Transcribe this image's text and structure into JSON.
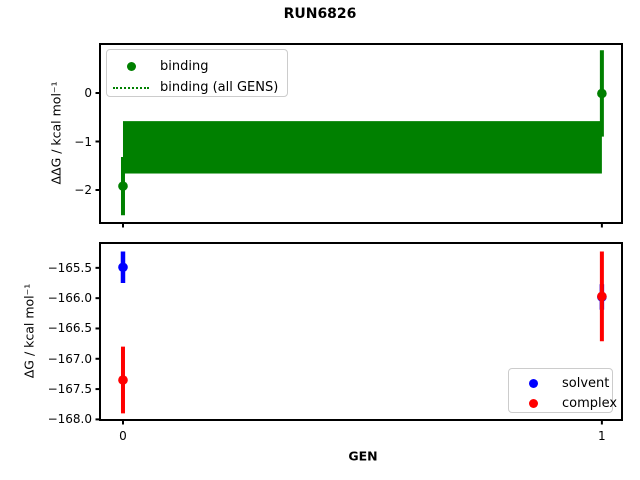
{
  "title": "RUN6826",
  "colors": {
    "binding_green": "#008000",
    "solvent_blue": "#0000ff",
    "complex_red": "#ff0000",
    "frame": "#000000",
    "legend_border": "#cccccc"
  },
  "chart_data": [
    {
      "type": "errorbar",
      "ylabel": "ΔΔG / kcal mol⁻¹",
      "xlabel": "",
      "x": [
        0,
        1
      ],
      "series": [
        {
          "name": "binding",
          "kind": "errorbar-scatter",
          "color": "#008000",
          "marker": "circle",
          "y": [
            -1.92,
            -0.01
          ],
          "yerr": [
            0.6,
            0.89
          ],
          "line_width": 4
        },
        {
          "name": "binding (all GENS)",
          "kind": "band",
          "color": "#008000",
          "x_range": [
            0,
            1
          ],
          "y_low": -1.66,
          "y_high": -0.58,
          "y_center": -1.12,
          "line_style": "dotted"
        }
      ],
      "ytick_labels": [
        "0",
        "−1",
        "−2"
      ],
      "ytick_values": [
        0,
        -1,
        -2
      ],
      "xtick_labels": [],
      "xtick_values": [
        0,
        1
      ],
      "ylim": [
        -2.68,
        1.01
      ],
      "xlim": [
        -0.048,
        1.042
      ],
      "grid": false,
      "legend": {
        "position": "upper left",
        "entries": [
          {
            "label": "binding",
            "marker": "dot",
            "color": "#008000"
          },
          {
            "label": "binding (all GENS)",
            "marker": "dotted-line",
            "color": "#008000"
          }
        ]
      }
    },
    {
      "type": "errorbar",
      "ylabel": "ΔG / kcal mol⁻¹",
      "xlabel": "GEN",
      "x": [
        0,
        1
      ],
      "series": [
        {
          "name": "solvent",
          "kind": "errorbar-scatter",
          "color": "#0000ff",
          "marker": "circle",
          "y": [
            -165.49,
            -165.98
          ],
          "yerr": [
            0.26,
            0.21
          ],
          "line_width": 4.5
        },
        {
          "name": "complex",
          "kind": "errorbar-scatter",
          "color": "#ff0000",
          "marker": "circle",
          "y": [
            -167.35,
            -165.97
          ],
          "yerr": [
            0.55,
            0.74
          ],
          "line_width": 4
        }
      ],
      "ytick_labels": [
        "−165.5",
        "−166.0",
        "−166.5",
        "−167.0",
        "−167.5",
        "−168.0"
      ],
      "ytick_values": [
        -165.5,
        -166.0,
        -166.5,
        -167.0,
        -167.5,
        -168.0
      ],
      "xtick_labels": [
        "0",
        "1"
      ],
      "xtick_values": [
        0,
        1
      ],
      "ylim": [
        -168.01,
        -165.09
      ],
      "xlim": [
        -0.048,
        1.042
      ],
      "grid": false,
      "legend": {
        "position": "lower right",
        "entries": [
          {
            "label": "solvent",
            "marker": "dot",
            "color": "#0000ff"
          },
          {
            "label": "complex",
            "marker": "dot",
            "color": "#ff0000"
          }
        ]
      }
    }
  ]
}
